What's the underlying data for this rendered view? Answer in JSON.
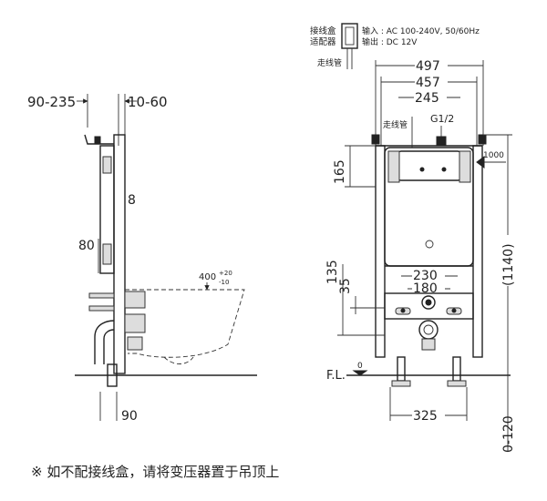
{
  "junction_box": {
    "label_line1": "接线盒",
    "label_line2": "适配器",
    "input_label": "输入 : AC 100-240V,  50/60Hz",
    "output_label": "输出 : DC 12V"
  },
  "conduit_label": "走线管",
  "side_view": {
    "dim_wall_range": "90-235",
    "dim_depth": "10-60",
    "dim_8": "8",
    "dim_80": "80",
    "dim_bottom": "90",
    "dim_seat_main": "400",
    "dim_seat_plus": "+20",
    "dim_seat_minus": "-10"
  },
  "front_view": {
    "dim_497": "497",
    "dim_457": "457",
    "dim_245": "245",
    "dim_g12": "G1/2",
    "dim_1000": "1000",
    "dim_165": "165",
    "dim_1140": "(1140)",
    "dim_135": "135",
    "dim_35": "35",
    "dim_230": "230",
    "dim_180": "180",
    "dim_325": "325",
    "dim_0_120": "0-120",
    "floor_label": "F.L.",
    "floor_zero": "0"
  },
  "footnote": "※ 如不配接线盒，请将变压器置于吊顶上"
}
